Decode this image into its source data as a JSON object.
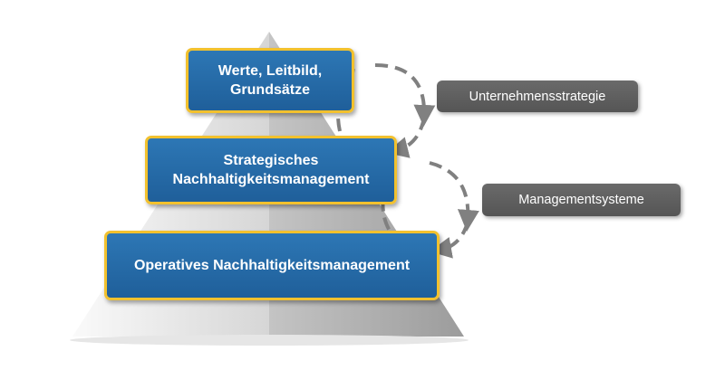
{
  "pyramid": {
    "levels": [
      {
        "lines": [
          "Werte, Leitbild,",
          "Grundsätze"
        ]
      },
      {
        "lines": [
          "Strategisches",
          "Nachhaltigkeitsmanagement"
        ]
      },
      {
        "lines": [
          "Operatives Nachhaltigkeitsmanagement"
        ]
      }
    ]
  },
  "side_labels": [
    "Unternehmensstrategie",
    "Managementsysteme"
  ],
  "colors": {
    "box_fill": "#2666a6",
    "box_border": "#f2c12e",
    "label_fill": "#5e5e5e",
    "pyramid_light": "#f5f5f5",
    "pyramid_dark": "#a0a0a0",
    "arrow": "#808080"
  }
}
